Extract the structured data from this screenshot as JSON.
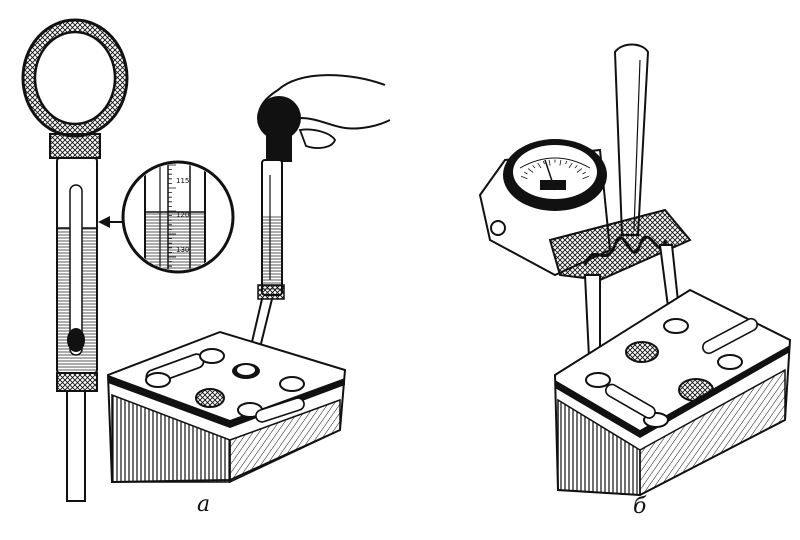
{
  "figure": {
    "panels": [
      {
        "caption": "а",
        "scale_ticks": [
          "115",
          "120",
          "130"
        ]
      },
      {
        "caption": "б"
      }
    ],
    "colors": {
      "ink": "#111111",
      "paper": "#ffffff"
    }
  }
}
